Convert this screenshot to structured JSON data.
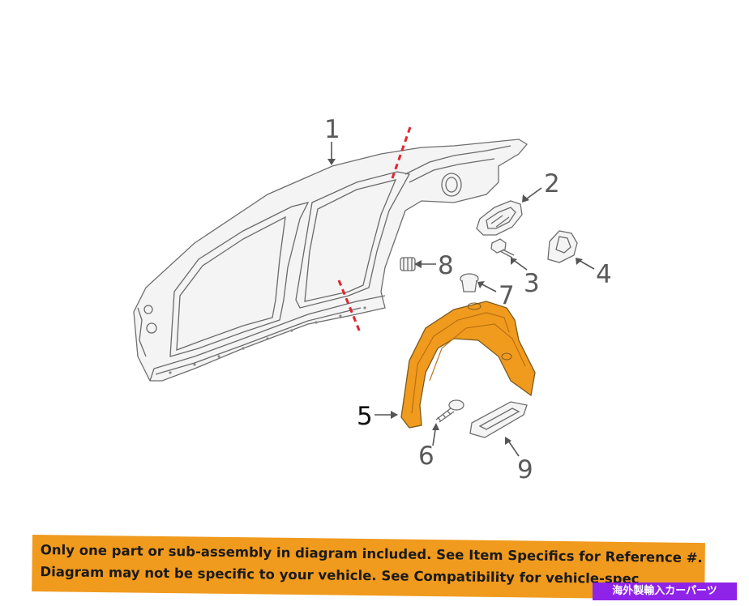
{
  "diagram": {
    "callouts": [
      "1",
      "2",
      "3",
      "4",
      "5",
      "6",
      "7",
      "8",
      "9"
    ],
    "highlight_color": "#f09a1e",
    "cut_line_color": "#e0262e"
  },
  "banner": {
    "line1": "Only one part or sub-assembly in diagram included. See Item Specifics for Reference #.",
    "line2": "Diagram may not be specific to your vehicle. See Compatibility for vehicle-spec",
    "color": "#f09a1e"
  },
  "badge": {
    "text": "海外製輸入カーパーツ",
    "color": "#8f24e8"
  }
}
